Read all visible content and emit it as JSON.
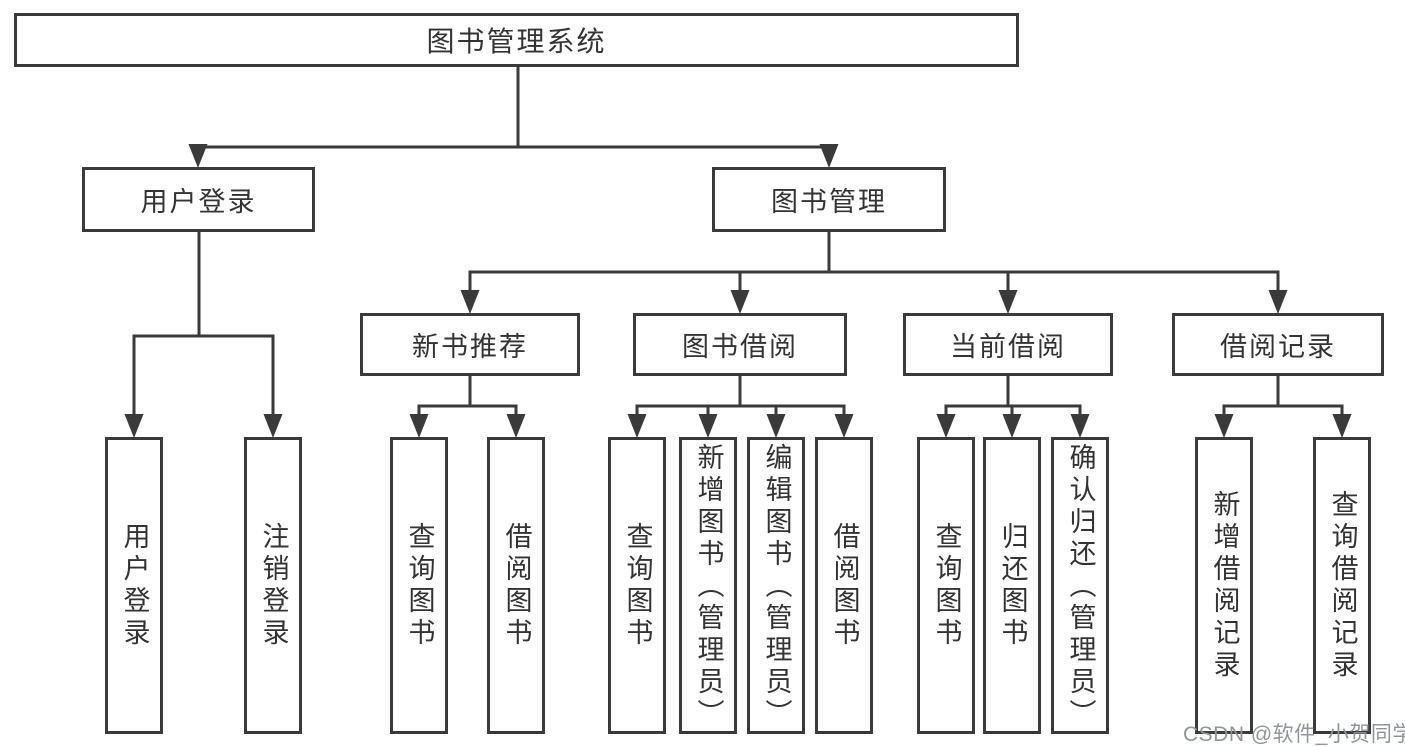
{
  "diagram": {
    "root": {
      "label": "图书管理系统"
    },
    "level2": [
      {
        "label": "用户登录"
      },
      {
        "label": "图书管理"
      }
    ],
    "level3": [
      {
        "label": "新书推荐"
      },
      {
        "label": "图书借阅"
      },
      {
        "label": "当前借阅"
      },
      {
        "label": "借阅记录"
      }
    ],
    "leaves": [
      {
        "label": "用户登录"
      },
      {
        "label": "注销登录"
      },
      {
        "label": "查询图书"
      },
      {
        "label": "借阅图书"
      },
      {
        "label": "查询图书"
      },
      {
        "label": "新增图书（管理员）"
      },
      {
        "label": "编辑图书（管理员）"
      },
      {
        "label": "借阅图书"
      },
      {
        "label": "查询图书"
      },
      {
        "label": "归还图书"
      },
      {
        "label": "确认归还（管理员）"
      },
      {
        "label": "新增借阅记录"
      },
      {
        "label": "查询借阅记录"
      }
    ]
  },
  "watermark": {
    "text": "CSDN @软件_小贺同学"
  },
  "colors": {
    "line": "#3a3a3a",
    "border": "#3a3a3a",
    "text": "#333333",
    "watermark": "#8f959b",
    "background": "#ffffff"
  }
}
